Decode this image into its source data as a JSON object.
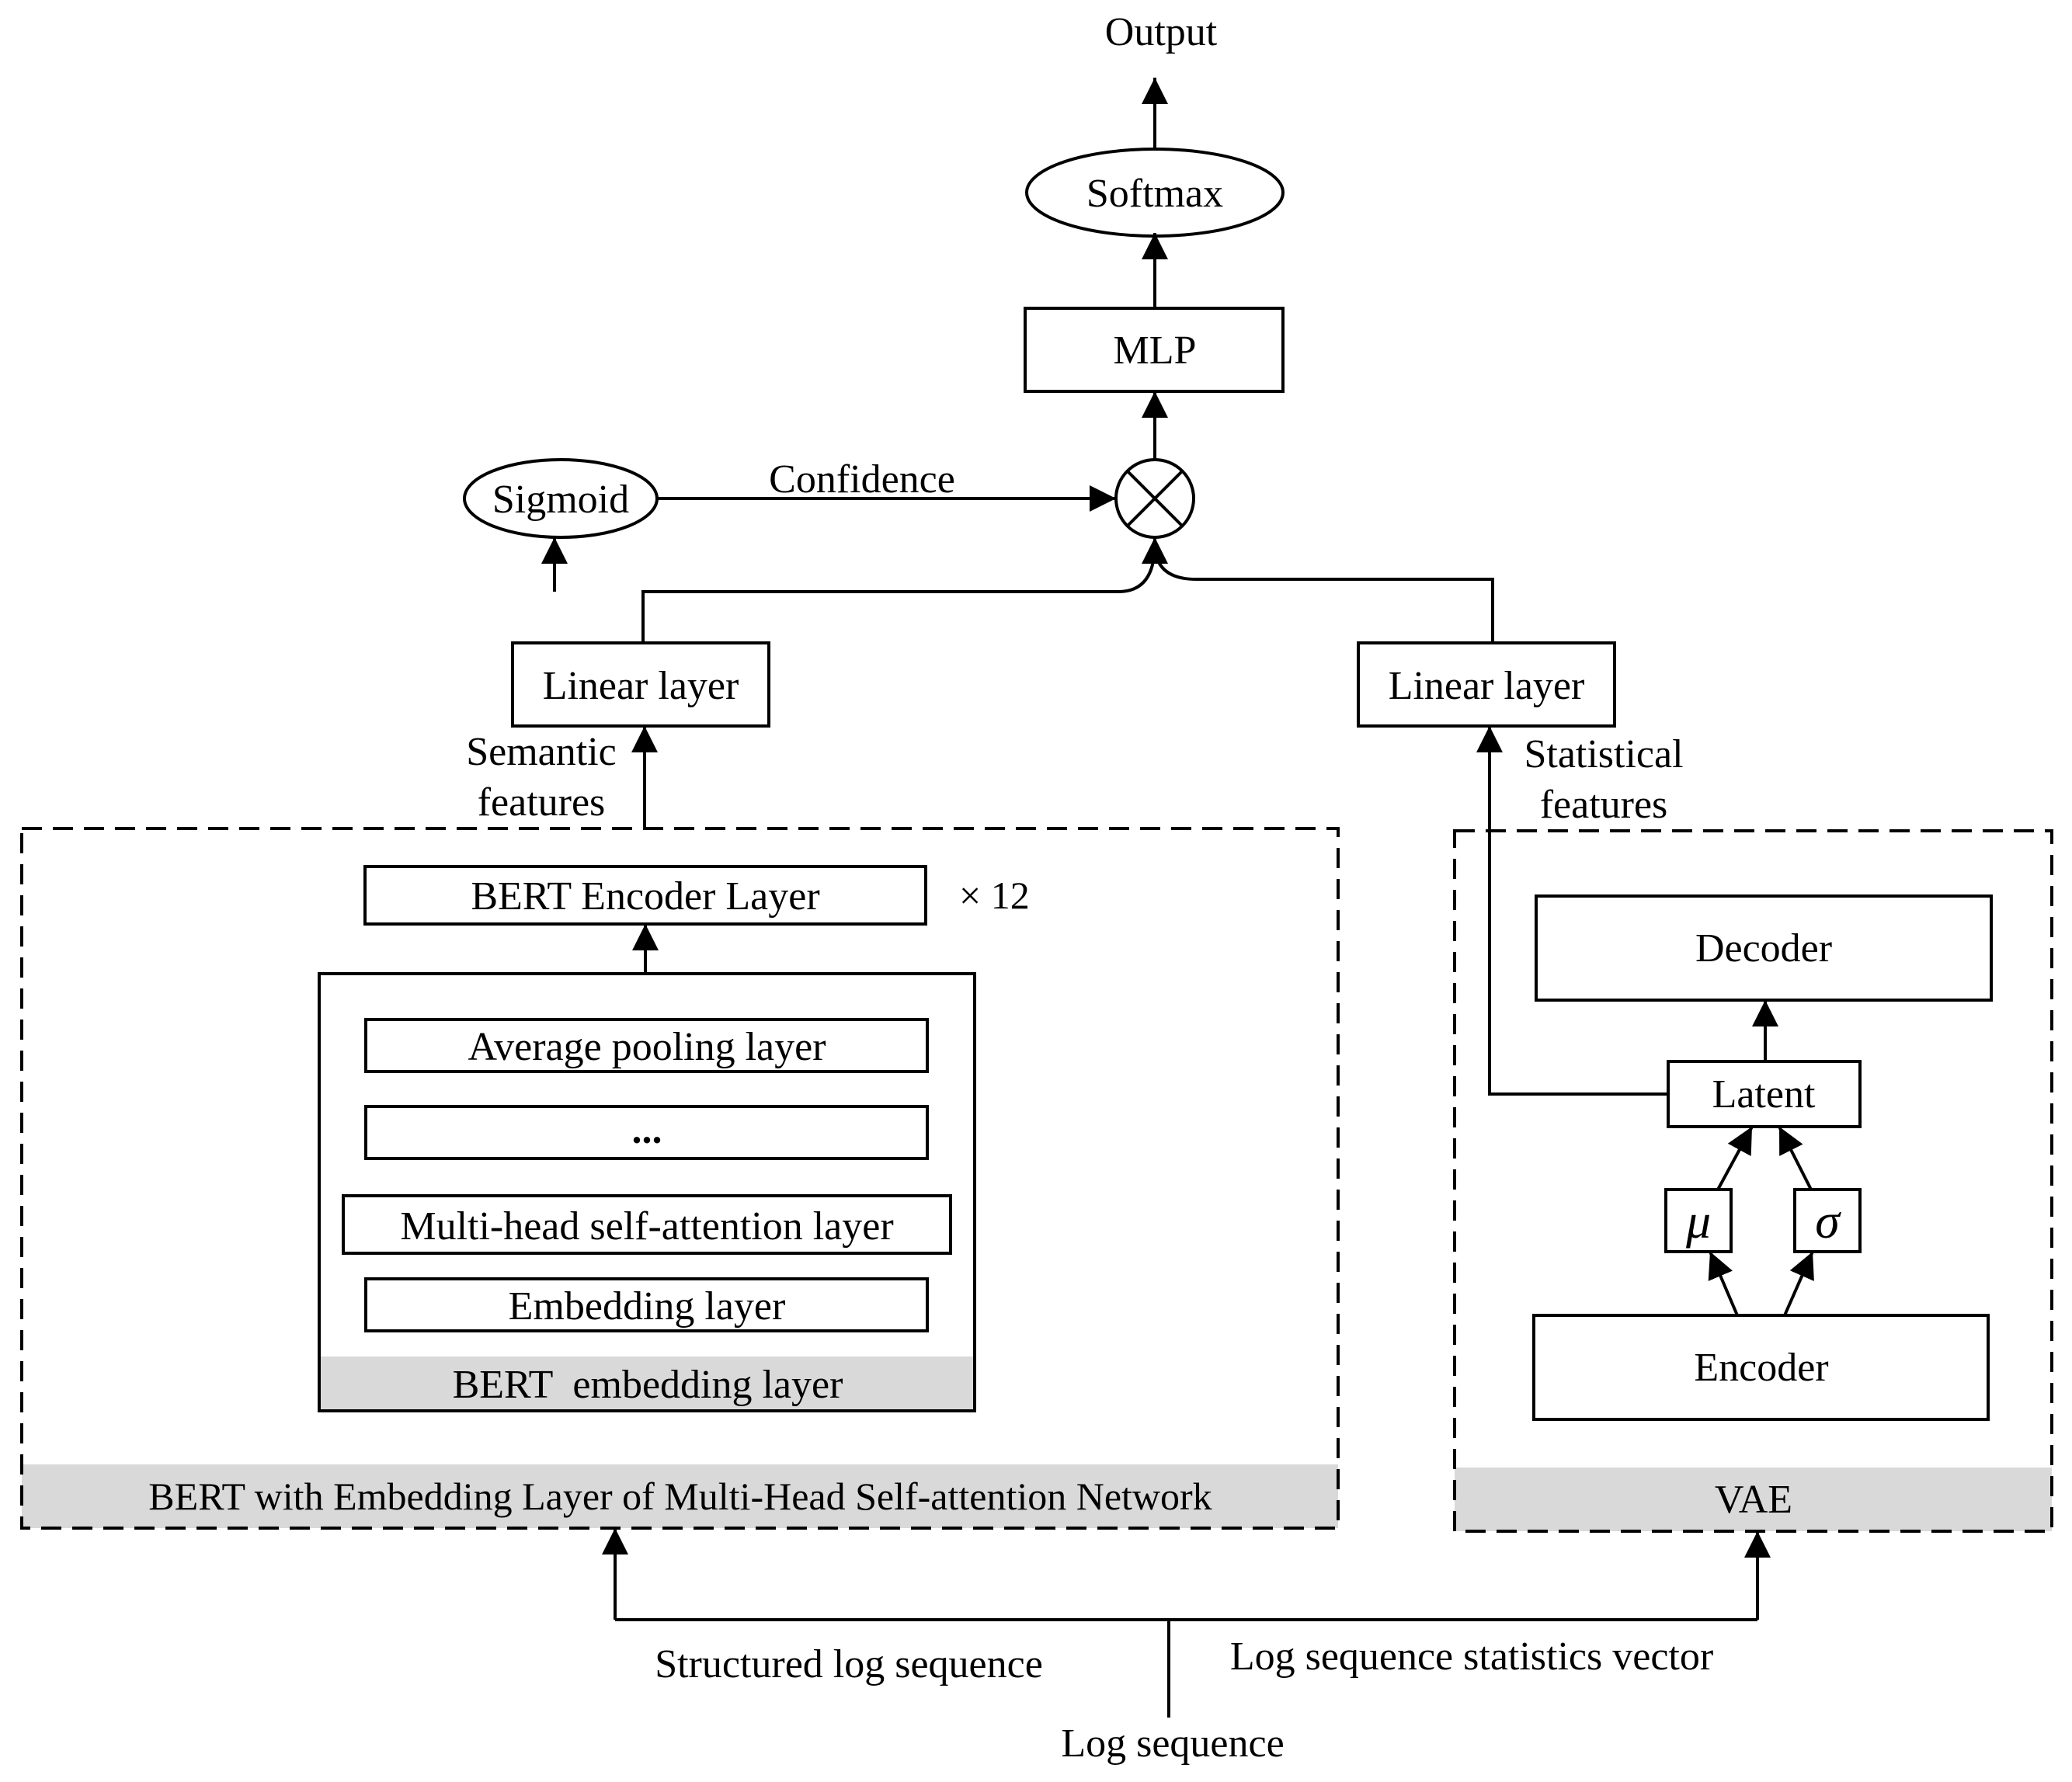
{
  "diagram": {
    "nodes": {
      "output": "Output",
      "softmax": "Softmax",
      "mlp": "MLP",
      "sigmoid": "Sigmoid",
      "confidence": "Confidence",
      "multiply_symbol": "⊗",
      "linear_layer_left": "Linear layer",
      "linear_layer_right": "Linear layer",
      "semantic_features_line1": "Semantic",
      "semantic_features_line2": "features",
      "statistical_features_line1": "Statistical",
      "statistical_features_line2": "features",
      "bert_encoder_layer": "BERT Encoder Layer",
      "times_12": "× 12",
      "average_pooling_layer": "Average pooling layer",
      "ellipsis": "...",
      "multi_head_attention_layer": "Multi-head self-attention layer",
      "embedding_layer": "Embedding layer",
      "bert_embedding_layer": "BERT  embedding layer",
      "bert_module_title": "BERT with Embedding Layer of  Multi-Head Self-attention Network",
      "decoder": "Decoder",
      "latent": "Latent",
      "mu": "μ",
      "sigma": "σ",
      "encoder": "Encoder",
      "vae_title": "VAE",
      "structured_log_sequence": "Structured log sequence",
      "log_sequence_statistics_vector": "Log sequence statistics vector",
      "log_sequence": "Log sequence"
    }
  }
}
